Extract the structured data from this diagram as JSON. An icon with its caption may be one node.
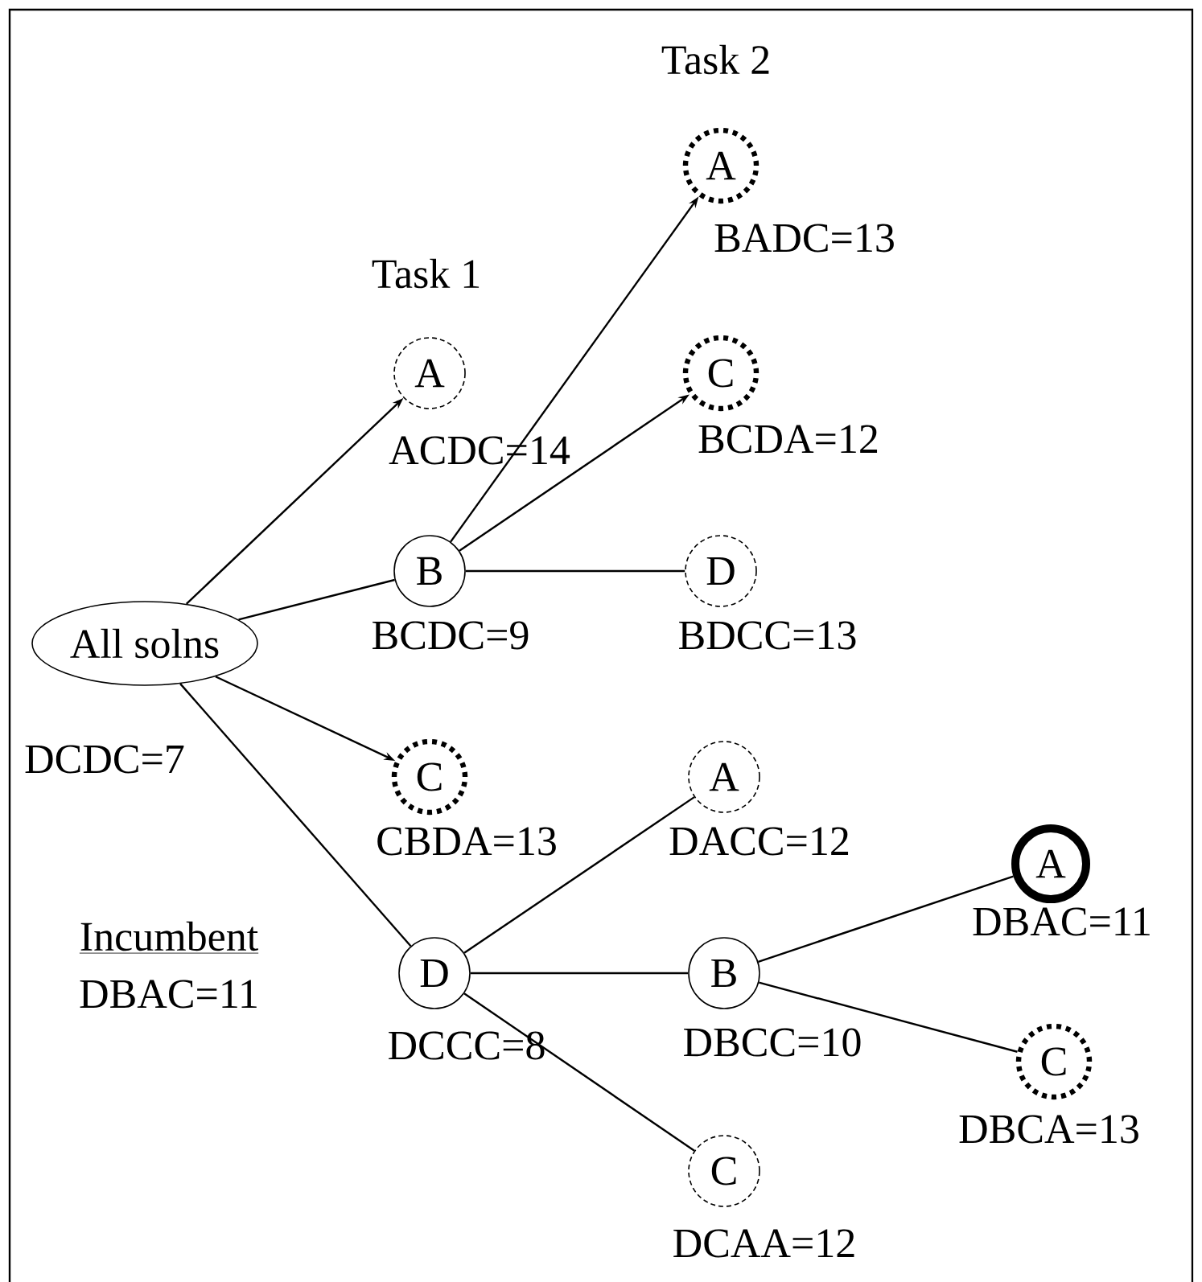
{
  "diagram": {
    "nodes": [
      {
        "text": [
          "All solns"
        ],
        "beside": [
          "DCDC=7"
        ]
      },
      {
        "text": [
          "A"
        ],
        "beside": [
          "ACDC=14"
        ]
      },
      {
        "text": [
          "B"
        ],
        "beside": [
          "BCDC=9"
        ]
      },
      {
        "text": [
          "A"
        ],
        "beside": [
          "BADC=13"
        ]
      },
      {
        "text": [
          "C"
        ],
        "beside": [
          "BCDA=12"
        ]
      },
      {
        "text": [
          "D"
        ],
        "beside": [
          "BDCC=13"
        ]
      },
      {
        "text": [
          "C"
        ],
        "beside": [
          "CBDA=13"
        ]
      },
      {
        "text": [
          "D"
        ],
        "beside": [
          "DCCC=8"
        ]
      },
      {
        "text": [
          "A"
        ],
        "beside": [
          "DACC=12"
        ]
      },
      {
        "text": [
          "B"
        ],
        "beside": [
          "DBCC=10"
        ]
      },
      {
        "text": [
          "A"
        ],
        "beside": [
          "DBAC=11"
        ]
      },
      {
        "text": [
          "C"
        ],
        "beside": [
          "DBCA=13"
        ]
      },
      {
        "text": [
          "C"
        ],
        "beside": [
          "DCAA=12"
        ]
      }
    ],
    "edges": [
      {
        "from": 0,
        "to": 1,
        "arrow": "to"
      },
      {
        "from": 0,
        "to": 2,
        "arrow": "none"
      },
      {
        "from": 2,
        "to": 3,
        "arrow": "to"
      },
      {
        "from": 2,
        "to": 4,
        "arrow": "to"
      },
      {
        "from": 2,
        "to": 5,
        "arrow": "none"
      },
      {
        "from": 0,
        "to": 6,
        "arrow": "to"
      },
      {
        "from": 0,
        "to": 7,
        "arrow": "none"
      },
      {
        "from": 7,
        "to": 8,
        "arrow": "none"
      },
      {
        "from": 7,
        "to": 9,
        "arrow": "none"
      },
      {
        "from": 7,
        "to": 12,
        "arrow": "none"
      },
      {
        "from": 9,
        "to": 10,
        "arrow": "none"
      },
      {
        "from": 9,
        "to": 11,
        "arrow": "none"
      }
    ],
    "labels": [
      "Task 2",
      "Task 1",
      "Incumbent",
      "DBAC=11"
    ]
  }
}
